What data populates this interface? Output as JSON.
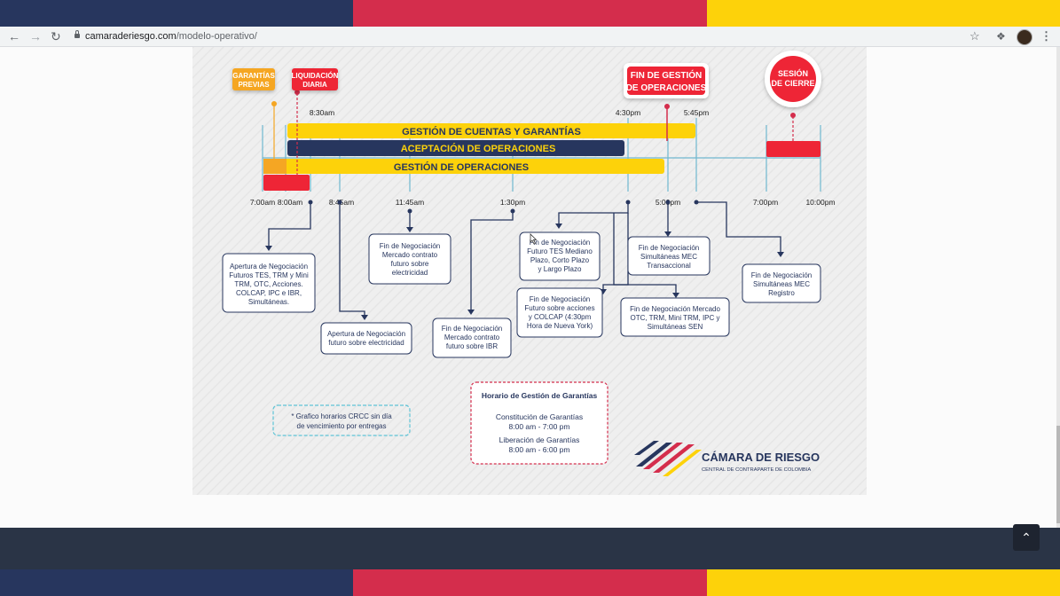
{
  "colors": {
    "navy": "#27365e",
    "red": "#d42d4c",
    "yellow": "#fdd20a",
    "orange": "#f5a623",
    "tealline": "#6fb7cf"
  },
  "browser": {
    "back_icon": "arrow-left-icon",
    "forward_icon": "arrow-right-icon",
    "reload_icon": "reload-icon",
    "url_host": "camaraderiesgo.com",
    "url_path": "/modelo-operativo/",
    "star_icon": "star-icon",
    "extensions_icon": "puzzle-icon",
    "menu_icon": "more-vert-icon"
  },
  "infographic": {
    "badges": {
      "garantias_l1": "GARANTÍAS",
      "garantias_l2": "PREVIAS",
      "liquidacion_l1": "LIQUIDACIÓN",
      "liquidacion_l2": "DIARIA",
      "fin_l1": "FIN DE GESTIÓN",
      "fin_l2": "DE OPERACIONES",
      "sesion_l1": "SESIÓN",
      "sesion_l2": "DE CIERRE"
    },
    "bars": {
      "cuentas": "GESTIÓN DE CUENTAS Y GARANTÍAS",
      "aceptacion": "ACEPTACIÓN DE OPERACIONES",
      "gestion": "GESTIÓN DE OPERACIONES"
    },
    "top_times": {
      "t830": "8:30am",
      "t430": "4:30pm",
      "t545": "5:45pm"
    },
    "bottom_times": {
      "t700": "7:00am",
      "t800": "8:00am",
      "t845": "8:45am",
      "t1145": "11:45am",
      "t130": "1:30pm",
      "t500": "5:00pm",
      "t700p": "7:00pm",
      "t1000": "10:00pm"
    },
    "boxes": {
      "apertura_futuros": [
        "Apertura de Negociación",
        "Futuros TES, TRM y Mini",
        "TRM, OTC, Acciones.",
        "COLCAP, IPC e IBR,",
        "Simultáneas."
      ],
      "apertura_electricidad": [
        "Apertura de Negociación",
        "futuro sobre electricidad"
      ],
      "fin_electricidad": [
        "Fin de Negociación",
        "Mercado contrato",
        "futuro sobre",
        "electricidad"
      ],
      "fin_ibr": [
        "Fin de Negociación",
        "Mercado contrato",
        "futuro sobre IBR"
      ],
      "fin_tes": [
        "Fin de Negociación",
        "Futuro TES Mediano",
        "Plazo, Corto Plazo",
        "y Largo Plazo"
      ],
      "fin_acciones": [
        "Fin de Negociación",
        "Futuro sobre acciones",
        "y COLCAP (4:30pm",
        "Hora de Nueva York)"
      ],
      "fin_mec_trans": [
        "Fin de Negociación",
        "Simultáneas MEC",
        "Transaccional"
      ],
      "fin_otc": [
        "Fin de Negociación Mercado",
        "OTC, TRM, Mini TRM, IPC y",
        "Simultáneas SEN"
      ],
      "fin_mec_reg": [
        "Fin de Negociación",
        "Simultáneas MEC",
        "Registro"
      ]
    },
    "note": [
      "* Grafico horarios CRCC sin día",
      "de vencimiento por entregas"
    ],
    "horario": {
      "title": "Horario de Gestión de Garantías",
      "const_label": "Constitución de Garantías",
      "const_time": "8:00 am - 7:00 pm",
      "lib_label": "Liberación de Garantías",
      "lib_time": "8:00 am - 6:00 pm"
    },
    "logo": {
      "name": "CÁMARA DE RIESGO",
      "tagline": "CENTRAL DE CONTRAPARTE DE COLOMBIA"
    }
  },
  "scroll_top_icon": "chevron-up-icon"
}
